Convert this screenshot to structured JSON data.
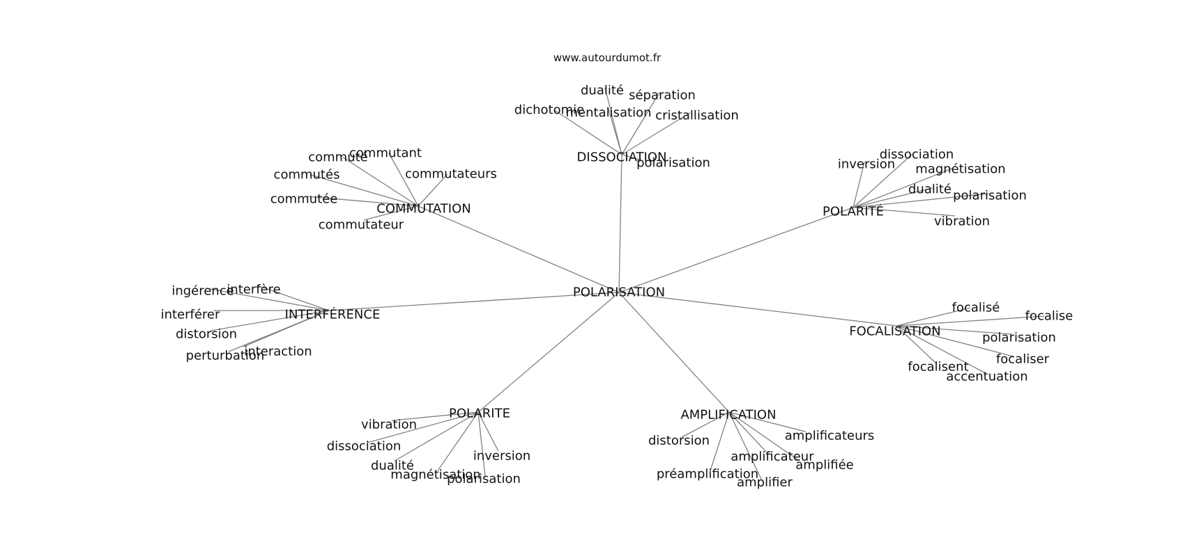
{
  "source": "www.autourdumot.fr",
  "colors": {
    "edge": "#808080",
    "text": "#111111",
    "background": "#ffffff"
  },
  "center": "POLARISATION",
  "clusters": [
    {
      "id": "dissociation",
      "label": "DISSOCIATION",
      "words": [
        "dualité",
        "séparation",
        "dichotomie",
        "mentalisation",
        "cristallisation",
        "polarisation"
      ]
    },
    {
      "id": "commutation",
      "label": "COMMUTATION",
      "words": [
        "commutant",
        "commuté",
        "commutés",
        "commutateurs",
        "commutée",
        "commutateur"
      ]
    },
    {
      "id": "polarite-top",
      "label": "POLARITÉ",
      "words": [
        "dissociation",
        "inversion",
        "magnétisation",
        "dualité",
        "polarisation",
        "vibration"
      ]
    },
    {
      "id": "interference",
      "label": "INTERFÉRENCE",
      "words": [
        "ingérence",
        "interfère",
        "interférer",
        "distorsion",
        "interaction",
        "perturbation"
      ]
    },
    {
      "id": "focalisation",
      "label": "FOCALISATION",
      "words": [
        "focalisé",
        "focalise",
        "polarisation",
        "focaliser",
        "focalisent",
        "accentuation"
      ]
    },
    {
      "id": "polarite-bottom",
      "label": "POLARITE",
      "words": [
        "vibration",
        "dissociation",
        "inversion",
        "dualité",
        "magnétisation",
        "polarisation"
      ]
    },
    {
      "id": "amplification",
      "label": "AMPLIFICATION",
      "words": [
        "amplificateurs",
        "distorsion",
        "amplificateur",
        "amplifiée",
        "préamplification",
        "amplifier"
      ]
    }
  ]
}
